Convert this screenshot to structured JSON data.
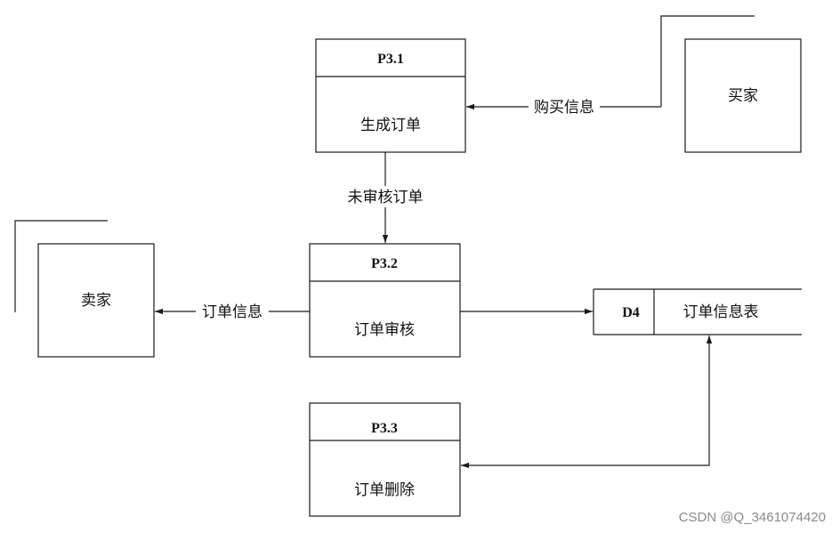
{
  "processes": {
    "p31": {
      "id": "P3.1",
      "name": "生成订单"
    },
    "p32": {
      "id": "P3.2",
      "name": "订单审核"
    },
    "p33": {
      "id": "P3.3",
      "name": "订单删除"
    }
  },
  "entities": {
    "buyer": {
      "name": "买家"
    },
    "seller": {
      "name": "卖家"
    }
  },
  "datastore": {
    "id": "D4",
    "name": "订单信息表"
  },
  "flows": {
    "purchase_info": "购买信息",
    "unreviewed_order": "未审核订单",
    "order_info": "订单信息"
  },
  "watermark": "CSDN @Q_3461074420",
  "colors": {
    "stroke": "#1a1a1a",
    "watermark": "#8a8a8a"
  }
}
